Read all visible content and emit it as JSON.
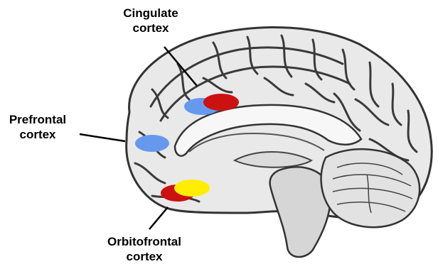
{
  "labels": {
    "cingulate": {
      "line1": "Cingulate",
      "line2": "cortex"
    },
    "prefrontal": {
      "line1": "Prefrontal",
      "line2": "cortex"
    },
    "orbitofrontal": {
      "line1": "Orbitofrontal",
      "line2": "cortex"
    }
  },
  "colors": {
    "red": "#cc1111",
    "blue": "#6699ee",
    "yellow": "#ffee00",
    "brain_tissue": "#e9e9e9",
    "sulci": "#3a3a3a"
  }
}
